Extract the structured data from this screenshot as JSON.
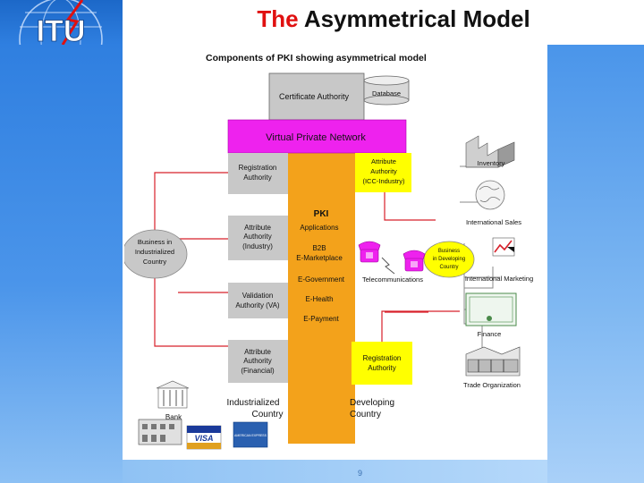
{
  "slide": {
    "title_accent": "The",
    "title_rest": "Asymmetrical Model",
    "logo_text": "ITU",
    "page_number": "9"
  },
  "diagram": {
    "title": "Components of PKI showing asymmetrical model",
    "certificate_authority": "Certificate Authority",
    "database": "Database",
    "vpn": "Virtual Private Network",
    "registration_authority_left": [
      "Registration",
      "Authority"
    ],
    "attribute_authority_icc": [
      "Attribute",
      "Authority",
      "(ICC-Industry)"
    ],
    "attribute_authority_industry": [
      "Attribute",
      "Authority",
      "(Industry)"
    ],
    "validation_authority": [
      "Validation",
      "Authority (VA)"
    ],
    "attribute_authority_financial": [
      "Attribute",
      "Authority",
      "(Financial)"
    ],
    "registration_authority_right": [
      "Registration",
      "Authority"
    ],
    "pki_column": [
      "PKI",
      "Applications",
      "B2B",
      "E-Marketplace",
      "E-Government",
      "E-Health",
      "E-Payment"
    ],
    "business_industrialized": [
      "Business in",
      "Industrialized",
      "Country"
    ],
    "business_developing": [
      "Business",
      "in Developing",
      "Country"
    ],
    "telecommunications": "Telecommunications",
    "industrialized_country": [
      "Industrialized",
      "Country"
    ],
    "developing_country": [
      "Developing",
      "Country"
    ],
    "bank": "Bank",
    "visa": "VISA",
    "amex": "AMERICAN EXPRESS",
    "right_icons": [
      "Inventory",
      "International Sales",
      "International Marketing",
      "Finance",
      "Trade Organization"
    ],
    "colors": {
      "pki_orange": "#f3a21b",
      "vpn_magenta": "#ee22ee",
      "yellow_box": "#ffff00",
      "grey_box": "#c8c8c8",
      "connector_red": "#d8202a"
    }
  }
}
